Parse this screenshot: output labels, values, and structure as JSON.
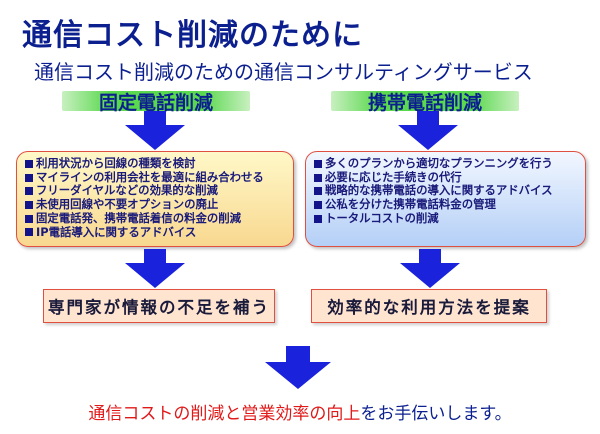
{
  "title": "通信コスト削減のために",
  "subtitle": "通信コスト削減のための通信コンサルティングサービス",
  "colors": {
    "title_blue": "#0b1f8f",
    "arrow_blue": "#1a22dc",
    "green_bar": "#5ad84e",
    "border_red": "#e05040",
    "accent_red": "#e01818"
  },
  "left": {
    "header": "固定電話削減",
    "items": [
      "利用状況から回線の種類を検討",
      "マイラインの利用会社を最適に組み合わせる",
      "フリーダイヤルなどの効果的な削減",
      "未使用回線や不要オプションの廃止",
      "固定電話発、携帯電話着信の料金の削減",
      "IP電話導入に関するアドバイス"
    ],
    "result": "専門家が情報の不足を補う"
  },
  "right": {
    "header": "携帯電話削減",
    "items": [
      "多くのプランから適切なプランニングを行う",
      "必要に応じた手続きの代行",
      "戦略的な携帯電話の導入に関するアドバイス",
      "公私を分けた携帯電話料金の管理",
      "トータルコストの削減"
    ],
    "result": "効率的な利用方法を提案"
  },
  "conclusion": {
    "highlight": "通信コストの削減と営業効率の向上",
    "rest": "をお手伝いします。"
  }
}
